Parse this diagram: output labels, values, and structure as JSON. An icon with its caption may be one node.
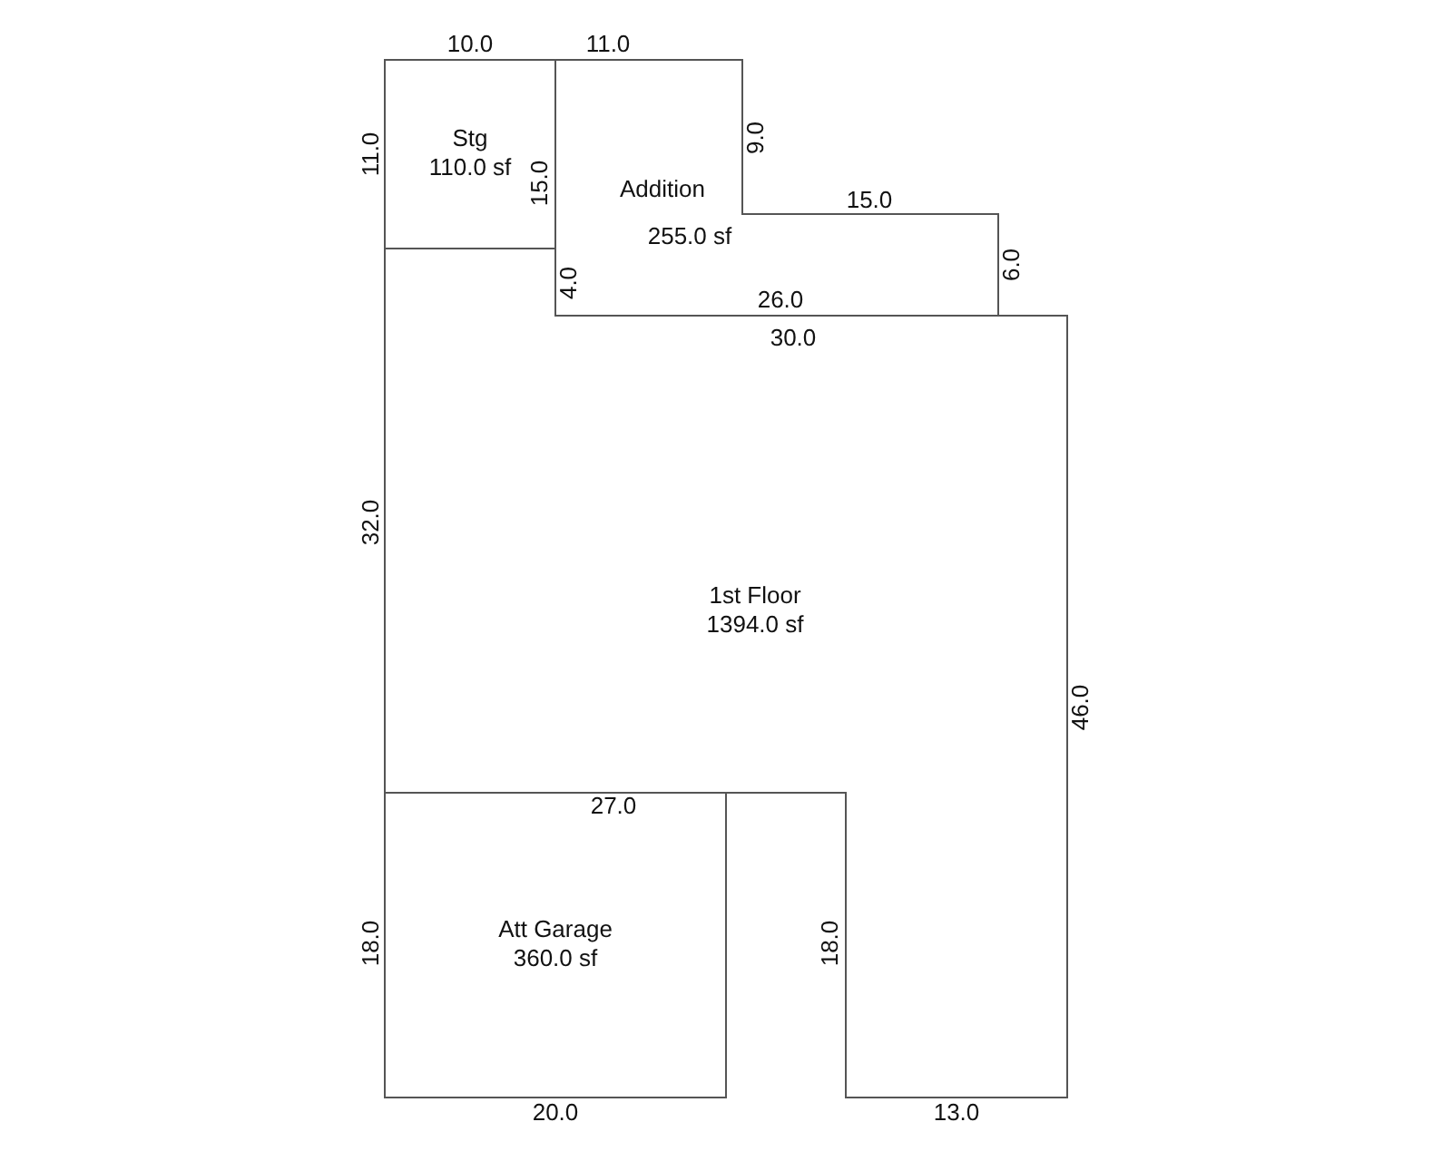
{
  "diagram": {
    "nodes": [
      {
        "text": [
          "Stg",
          "110.0 sf"
        ]
      },
      {
        "text": [
          "Addition",
          "255.0 sf"
        ]
      },
      {
        "text": [
          "1st Floor",
          "1394.0 sf"
        ]
      },
      {
        "text": [
          "Att Garage",
          "360.0 sf"
        ]
      }
    ],
    "labels": [
      "10.0",
      "11.0",
      "11.0",
      "9.0",
      "15.0",
      "15.0",
      "6.0",
      "4.0",
      "26.0",
      "30.0",
      "32.0",
      "46.0",
      "27.0",
      "18.0",
      "18.0",
      "20.0",
      "13.0"
    ]
  }
}
